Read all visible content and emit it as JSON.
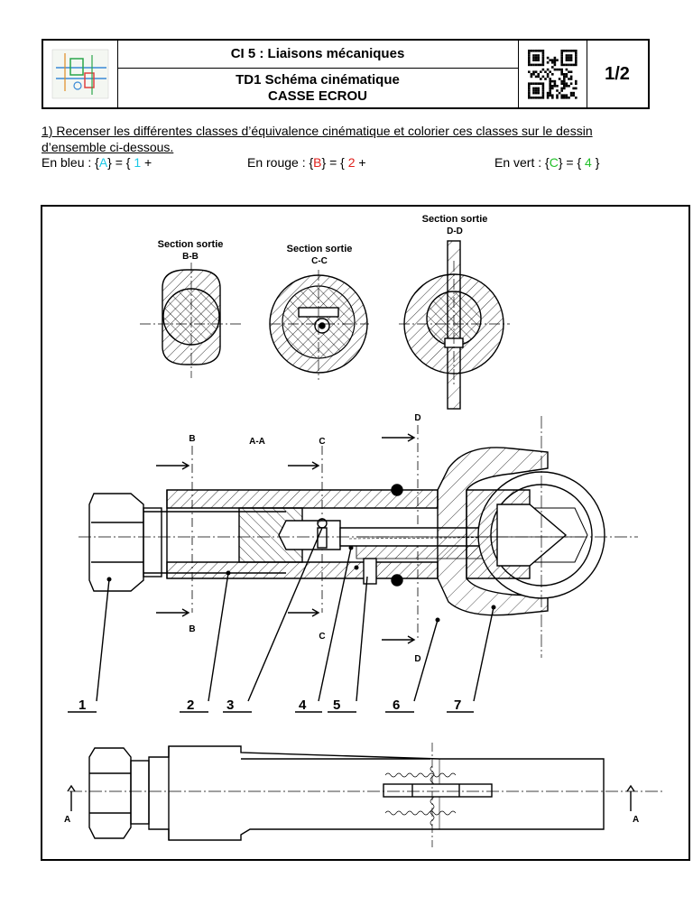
{
  "header": {
    "title": "CI 5 : Liaisons mécaniques",
    "subtitle_line1": "TD1 Schéma cinématique",
    "subtitle_line2": "CASSE ECROU",
    "page": "1/2"
  },
  "question": {
    "text": "1) Recenser les différentes classes d’équivalence cinématique et colorier ces classes sur le dessin d’ensemble ci-dessous."
  },
  "classes": [
    {
      "prefix": "En bleu : {",
      "letter": "A",
      "mid": "} = { ",
      "part": "1",
      "suffix": " +",
      "color": "#19c8e6"
    },
    {
      "prefix": "En rouge : {",
      "letter": "B",
      "mid": "} = { ",
      "part": "2",
      "suffix": " +",
      "color": "#e0201c"
    },
    {
      "prefix": "En vert : {",
      "letter": "C",
      "mid": "} = { ",
      "part": "4",
      "suffix": " }",
      "color": "#22c02a"
    }
  ],
  "drawing": {
    "sections": [
      {
        "title": "Section sortie",
        "ref": "B-B"
      },
      {
        "title": "Section sortie",
        "ref": "C-C"
      },
      {
        "title": "Section sortie",
        "ref": "D-D"
      }
    ],
    "main_view_label": "A-A",
    "cut_labels": {
      "b": "B",
      "c": "C",
      "d": "D",
      "a": "A"
    },
    "part_numbers": [
      "1",
      "2",
      "3",
      "4",
      "5",
      "6",
      "7"
    ]
  }
}
